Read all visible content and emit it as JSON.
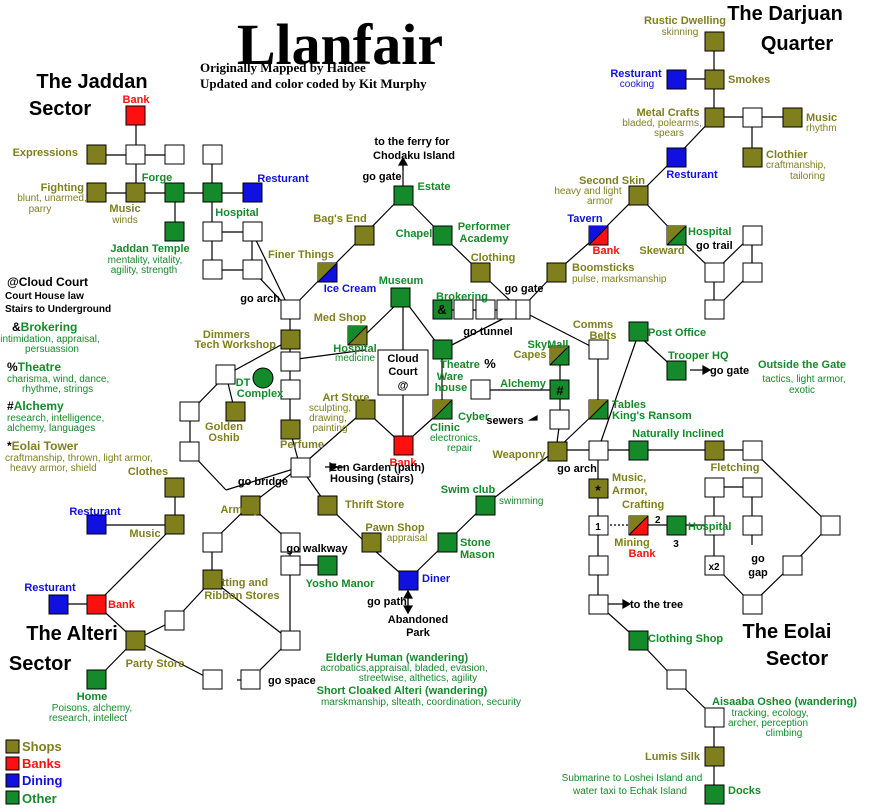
{
  "title": "Llanfair",
  "credits": [
    "Originally Mapped by Haidee",
    "Updated and color coded by Kit Murphy"
  ],
  "sectors": {
    "jaddan": [
      "The Jaddan",
      "Sector"
    ],
    "darjuan": [
      "The Darjuan",
      "Quarter"
    ],
    "alteri": [
      "The Alteri",
      "Sector"
    ],
    "eolai": [
      "The Eolai",
      "Sector"
    ]
  },
  "colors": {
    "shops": "#7f7f1e",
    "banks": "#ff1010",
    "dining": "#1010e0",
    "other": "#158a2a"
  },
  "legend": {
    "items": [
      {
        "label": "Shops",
        "color": "#7f7f1e"
      },
      {
        "label": "Banks",
        "color": "#ff1010"
      },
      {
        "label": "Dining",
        "color": "#1010e0"
      },
      {
        "label": "Other",
        "color": "#158a2a"
      }
    ],
    "symbols": [
      {
        "sym": "@",
        "name": "Cloud Court",
        "lines": [
          "Court House law",
          "Stairs to Underground"
        ]
      },
      {
        "sym": "&",
        "name": "Brokering",
        "lines": [
          "intimidation, appraisal,",
          "persuassion"
        ]
      },
      {
        "sym": "%",
        "name": "Theatre",
        "lines": [
          "charisma, wind, dance,",
          "rhythme, strings"
        ]
      },
      {
        "sym": "#",
        "name": "Alchemy",
        "lines": [
          "research, intelligence,",
          "alchemy, languages"
        ]
      },
      {
        "sym": "*",
        "name": "Eolai Tower",
        "lines": [
          "craftmanship, thrown, light armor,",
          "heavy armor, shield"
        ]
      }
    ]
  },
  "labels": {
    "bank_jaddan": "Bank",
    "expressions": "Expressions",
    "fighting": "Fighting",
    "fighting_desc": [
      "blunt, unarmed,",
      "parry"
    ],
    "music_j": "Music",
    "music_j_desc": "winds",
    "forge": "Forge",
    "resturant_j": "Resturant",
    "hospital_j": "Hospital",
    "jaddan_temple": "Jaddan Temple",
    "jaddan_temple_desc": [
      "mentality, vitality,",
      "agility, strength"
    ],
    "finer_things": "Finer Things",
    "ice_cream": "Ice Cream",
    "bags_end": "Bag's End",
    "ferry": [
      "to the ferry for",
      "Chodaku Island"
    ],
    "go_gate_top": "go gate",
    "estate": "Estate",
    "chapel": "Chapel",
    "performer_academy": [
      "Performer",
      "Academy"
    ],
    "clothing": "Clothing",
    "go_arch_left": "go arch",
    "museum": "Museum",
    "brokering": "Brokering",
    "brokering_sym": "&",
    "go_gate_mid": "go gate",
    "go_tunnel": "go tunnel",
    "med_shop": "Med Shop",
    "hospital_c": "Hospital",
    "medicine": "medicine",
    "cloud_court": [
      "Cloud",
      "Court",
      "@"
    ],
    "theatre": "Theatre",
    "pct": "%",
    "dimmers": [
      "Dimmers",
      "Tech Workshop"
    ],
    "dt_complex": [
      "DT",
      "Complex"
    ],
    "golden_oshib": [
      "Golden",
      "Oshib"
    ],
    "art_store": "Art Store",
    "art_store_desc": [
      "sculpting,",
      "drawing,",
      "painting"
    ],
    "perfume": "Perfume",
    "bank_c": "Bank",
    "warehouse": [
      "Ware",
      "house"
    ],
    "cyber_clinic": [
      "Cyber",
      "Clinic"
    ],
    "cyber_desc": [
      "electronics,",
      "repair"
    ],
    "alchemy": "Alchemy",
    "alchemy_sym": "#",
    "sewers": "sewers",
    "skymall": [
      "SkyMall",
      "Capes"
    ],
    "comms_belts": [
      "Comms",
      "Belts"
    ],
    "weaponry": "Weaponry",
    "zen_garden": [
      "Zen Garden (path)",
      "Housing (stairs)"
    ],
    "go_bridge": "go bridge",
    "clothes": "Clothes",
    "thrift_store": "Thrift Store",
    "swim_club": "Swim club",
    "swimming": "swimming",
    "armory": "Armory",
    "pawn_shop": "Pawn Shop",
    "appraisal": "appraisal",
    "stone_mason": [
      "Stone",
      "Mason"
    ],
    "resturant_a1": "Resturant",
    "music_a": "Music",
    "go_walkway": "go walkway",
    "yosho_manor": "Yosho Manor",
    "knitting": [
      "Knitting and",
      "Ribbon Stores"
    ],
    "diner": "Diner",
    "go_path": "go path",
    "abandoned_park": [
      "Abandoned",
      "Park"
    ],
    "resturant_a2": "Resturant",
    "bank_a": "Bank",
    "party_store": "Party Store",
    "go_space": "go space",
    "home": "Home",
    "home_desc": [
      "Poisons, alchemy,",
      "research, intellect"
    ],
    "elderly": "Elderly Human (wandering)",
    "elderly_desc": [
      "acrobatics,appraisal, bladed, evasion,",
      "streetwise, althetics, agility"
    ],
    "short_cloaked": "Short Cloaked Alteri (wandering)",
    "short_cloaked_desc": "marskmanship, slteath, coordination, security",
    "rustic": "Rustic Dwelling",
    "rustic_desc": "skinning",
    "resturant_d1": "Resturant",
    "cooking": "cooking",
    "smokes": "Smokes",
    "metal_crafts": "Metal Crafts",
    "metal_desc": [
      "bladed, polearms,",
      "spears"
    ],
    "music_d": "Music",
    "rhythm": "rhythm",
    "clothier": "Clothier",
    "clothier_desc": [
      "craftmanship,",
      "tailoring"
    ],
    "resturant_d2": "Resturant",
    "second_skin": "Second Skin",
    "second_skin_desc": [
      "heavy and light",
      "armor"
    ],
    "tavern": "Tavern",
    "bank_d": "Bank",
    "hospital_d": "Hospital",
    "skeward": "Skeward",
    "go_trail": "go trail",
    "boomsticks": "Boomsticks",
    "boom_desc": "pulse, marksmanship",
    "post_office": "Post Office",
    "trooper_hq": "Trooper HQ",
    "go_gate_right": "go gate",
    "outside_gate": "Outside the Gate",
    "outside_desc": [
      "tactics, light armor,",
      "exotic"
    ],
    "tables": [
      "Tables",
      "King's Ransom"
    ],
    "naturally_inclined": "Naturally Inclined",
    "go_arch_right": "go arch",
    "fletching": "Fletching",
    "music_armor": [
      "Music,",
      "Armor,",
      "Crafting"
    ],
    "star": "*",
    "num1": "1",
    "num2": "2",
    "num3": "3",
    "mining": "Mining",
    "bank_e": "Bank",
    "hospital_e": "Hospital",
    "x2": "x2",
    "go_gap": [
      "go",
      "gap"
    ],
    "to_tree": "to the tree",
    "clothing_shop": "Clothing Shop",
    "aisaaba": "Aisaaba Osheo (wandering)",
    "aisaaba_desc": [
      "tracking, ecology,",
      "archer, perception",
      "climbing"
    ],
    "lumis_silk": "Lumis Silk",
    "submarine": [
      "Submarine to Loshei Island and",
      "water taxi to Echak Island"
    ],
    "docks": "Docks"
  }
}
